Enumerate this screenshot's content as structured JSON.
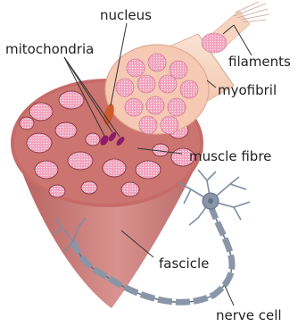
{
  "labels": {
    "nucleus": "nucleus",
    "mitochondria": "mitochondria",
    "filaments": "filaments",
    "myofibril": "myofibril",
    "muscle_fibre": "muscle fibre",
    "fascicle": "fascicle",
    "nerve_cell": "nerve cell"
  },
  "colors": {
    "cone_dark": "#b35f5c",
    "cone_light": "#e7a7a5",
    "fibre_cell": "#f2a3bd",
    "fibre_dot": "#ffffff",
    "cylinder": "#f7d0b8",
    "nucleus": "#cf5a2e",
    "mitochondria": "#8e1c6a",
    "neuron": "#8a96a8",
    "axon": "#5f6f86",
    "leader": "#333333"
  }
}
